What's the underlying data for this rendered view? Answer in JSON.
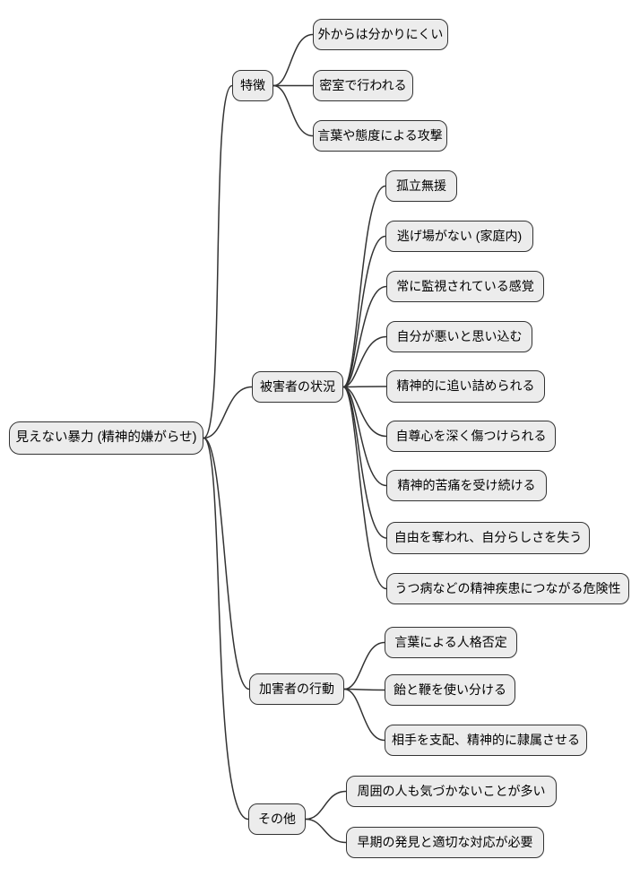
{
  "diagram": {
    "type": "mindmap",
    "colors": {
      "node_fill": "#ececec",
      "node_border": "#333333",
      "edge": "#333333",
      "background": "#ffffff",
      "text": "#000000"
    },
    "root": {
      "label": "見えない暴力 (精神的嫌がらせ)"
    },
    "branches": [
      {
        "label": "特徴",
        "children": [
          "外からは分かりにくい",
          "密室で行われる",
          "言葉や態度による攻撃"
        ]
      },
      {
        "label": "被害者の状況",
        "children": [
          "孤立無援",
          "逃げ場がない (家庭内)",
          "常に監視されている感覚",
          "自分が悪いと思い込む",
          "精神的に追い詰められる",
          "自尊心を深く傷つけられる",
          "精神的苦痛を受け続ける",
          "自由を奪われ、自分らしさを失う",
          "うつ病などの精神疾患につながる危険性"
        ]
      },
      {
        "label": "加害者の行動",
        "children": [
          "言葉による人格否定",
          "飴と鞭を使い分ける",
          "相手を支配、精神的に隷属させる"
        ]
      },
      {
        "label": "その他",
        "children": [
          "周囲の人も気づかないことが多い",
          "早期の発見と適切な対応が必要"
        ]
      }
    ]
  }
}
